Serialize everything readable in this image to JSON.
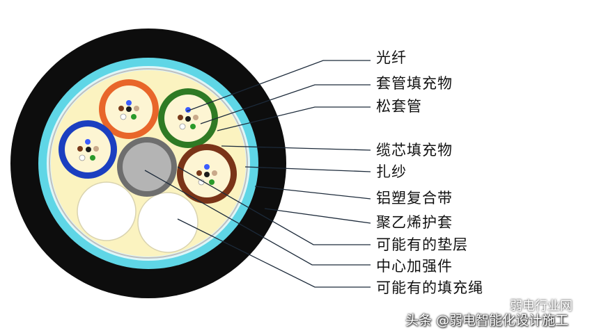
{
  "labels": [
    "光纤",
    "套管填充物",
    "松套管",
    "缆芯填充物",
    "扎纱",
    "铝塑复合带",
    "聚乙烯护套",
    "可能有的垫层",
    "中心加强件",
    "可能有的填充绳"
  ],
  "watermark": {
    "main": "头条 @弱电智能化设计施工",
    "sub": "弱电行业网"
  },
  "colors": {
    "sheath": "#0d0d0d",
    "aluminum_tape": "#5fd6e6",
    "core_filler": "#fbf3c0",
    "tube_orange": "#e8662a",
    "tube_green": "#2f7a24",
    "tube_blue": "#1b3fc0",
    "tube_brown": "#7a3418",
    "strength_member": "#6e6e6e",
    "filler_rope": "#ffffff",
    "leader_line": "#1c2a3a"
  }
}
